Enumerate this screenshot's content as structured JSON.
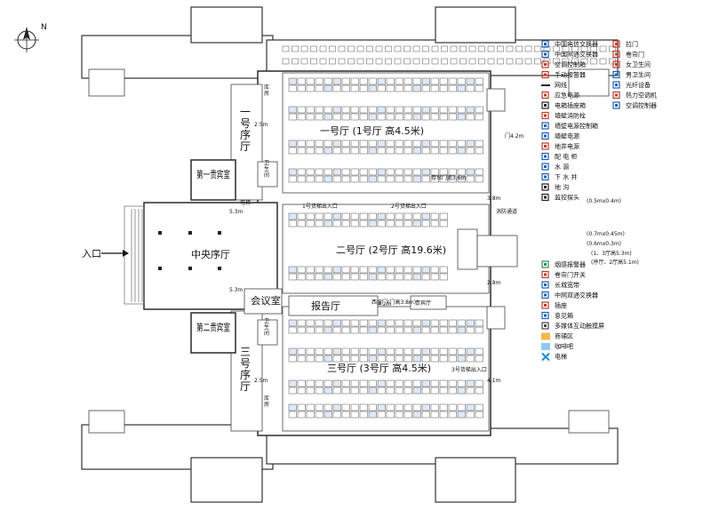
{
  "north": {
    "label": "N"
  },
  "halls": {
    "hall1_side": "一号序厅",
    "hall1_main": "一号厅 (1号厅 高4.5米)",
    "hall2_main": "二号厅 (2号厅 高19.6米)",
    "hall3_main": "三号厅 (3号厅 高4.5米)",
    "hall3_side": "三号序厅",
    "central": "中央序厅",
    "vip1": "第一贵宾室",
    "vip2": "第二贵宾室",
    "meeting": "会议室",
    "report": "报告厅",
    "entrance": "入口",
    "store1": "库房",
    "store3": "库房",
    "wc1": "卫生间",
    "wc3": "卫生间",
    "electric": "电梯",
    "vip_small": "贵宾厅",
    "pass1": "2.5m",
    "pass2": "2.5m",
    "dim1": "5.3m",
    "dim2": "5.3m",
    "dim3": "4.2m",
    "dim4": "3.8m",
    "dim5": "2.8m",
    "dim6": "4.1m"
  },
  "legend_left": [
    {
      "icon": "phone-switch",
      "label": "中国电信交换器",
      "color": "#1c5fb0"
    },
    {
      "icon": "net-switch",
      "label": "中国网通交换器",
      "color": "#1c5fb0"
    },
    {
      "icon": "ac-box",
      "label": "空调控制箱",
      "color": "#c0392b"
    },
    {
      "icon": "alarm",
      "label": "手动报警器",
      "color": "#c0392b"
    },
    {
      "icon": "netline",
      "label": "网线",
      "color": "#222222"
    },
    {
      "icon": "emergency",
      "label": "应急电源",
      "color": "#c0392b"
    },
    {
      "icon": "power-box",
      "label": "电箱插座箱",
      "color": "#222222"
    },
    {
      "icon": "hydrant",
      "label": "墙壁消防栓",
      "color": "#c0392b"
    },
    {
      "icon": "wall-power",
      "label": "墙壁电源控制箱",
      "color": "#1c5fb0"
    },
    {
      "icon": "wall-socket",
      "label": "墙壁电源",
      "color": "#1c5fb0"
    },
    {
      "icon": "floor-socket",
      "label": "地井电源",
      "color": "#c0392b"
    },
    {
      "icon": "distribution",
      "label": "配 电 柜",
      "color": "#1c5fb0"
    },
    {
      "icon": "water",
      "label": "水    源",
      "color": "#1c5fb0"
    },
    {
      "icon": "drain",
      "label": "下 水 井",
      "color": "#1c5fb0"
    },
    {
      "icon": "ground",
      "label": "地    沟",
      "color": "#222222"
    },
    {
      "icon": "camera",
      "label": "监控探头",
      "color": "#222222"
    }
  ],
  "legend_left_notes": {
    "floor": "(0.5mx0.4m)",
    "drain": "(0.7mx0.45m)",
    "ground": "(0.6mx0.3m)",
    "camera": "(1、3厅高5.3m)",
    "camera2": "(序厅、2厅高5.1m)"
  },
  "legend_right": [
    {
      "icon": "door",
      "label": "拉门",
      "color": "#c0392b"
    },
    {
      "icon": "roll-door",
      "label": "卷帘门",
      "color": "#c0392b"
    },
    {
      "icon": "female-wc",
      "label": "女卫生间",
      "color": "#c0392b"
    },
    {
      "icon": "male-wc",
      "label": "男卫生间",
      "color": "#1c5fb0"
    },
    {
      "icon": "fiber",
      "label": "光纤设备",
      "color": "#1c5fb0"
    },
    {
      "icon": "ac-unit",
      "label": "热力空调机",
      "color": "#c0392b"
    },
    {
      "icon": "ac-ctrl",
      "label": "空调控制器",
      "color": "#1c5fb0"
    }
  ],
  "legend_bottom": [
    {
      "icon": "smoke",
      "label": "烟感报警器",
      "color": "#2e8b57"
    },
    {
      "icon": "roll-switch",
      "label": "卷帘门开关",
      "color": "#c0392b"
    },
    {
      "icon": "greatwall",
      "label": "长城宽带",
      "color": "#1c5fb0"
    },
    {
      "icon": "dual-switch",
      "label": "中网双通交换器",
      "color": "#1c5fb0"
    },
    {
      "icon": "socket",
      "label": "插座",
      "color": "#c0392b"
    },
    {
      "icon": "suggest",
      "label": "意见箱",
      "color": "#1c5fb0"
    },
    {
      "icon": "media",
      "label": "多媒体互动触摸屏",
      "color": "#444444"
    },
    {
      "icon": "shop",
      "label": "商铺区",
      "color": "#f2b94a"
    },
    {
      "icon": "cafe",
      "label": "咖啡吧",
      "color": "#8ec9ee"
    },
    {
      "icon": "elevator",
      "label": "电梯",
      "color": "#1c8fd6"
    }
  ],
  "small_notes": {
    "n1": "1号货梯出入口",
    "n2": "门4.2m",
    "n3": "2号货梯出入口",
    "n4": "卷帘门宽3.6m",
    "n5": "西坡门(门高3.8m)",
    "n6": "消防通道",
    "n7": "3号货梯出入口"
  },
  "colors": {
    "wall": "#333333",
    "booth_fill": "#ffffff",
    "accent_red": "#c0392b",
    "accent_blue": "#1c5fb0"
  }
}
